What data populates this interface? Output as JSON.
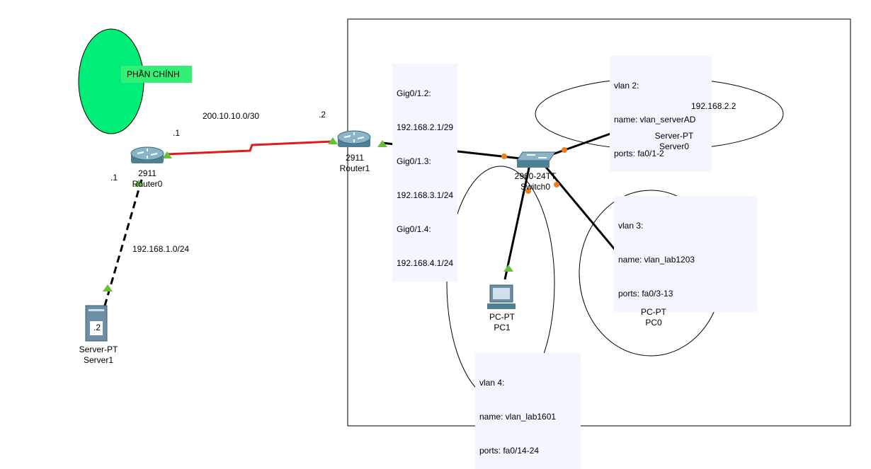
{
  "area": {
    "label": "PHẦN CHÍNH",
    "color": "#00ee77"
  },
  "links": {
    "wan_subnet": "200.10.10.0/30",
    "router0_wan_host": ".1",
    "router1_wan_host": ".2",
    "router0_lan_host": ".1",
    "lan_subnet": "192.168.1.0/24",
    "server1_host": ".2",
    "wan_color": "#e01b1b"
  },
  "router1_interfaces": [
    {
      "name": "Gig0/1.2:",
      "ip": "192.168.2.1/29"
    },
    {
      "name": "Gig0/1.3:",
      "ip": "192.168.3.1/24"
    },
    {
      "name": "Gig0/1.4:",
      "ip": "192.168.4.1/24"
    }
  ],
  "devices": {
    "router0": {
      "model": "2911",
      "name": "Router0"
    },
    "router1": {
      "model": "2911",
      "name": "Router1"
    },
    "switch0": {
      "model": "2960-24TT",
      "name": "Switch0"
    },
    "server0": {
      "model": "Server-PT",
      "name": "Server0",
      "ip": "192.168.2.2"
    },
    "server1": {
      "model": "Server-PT",
      "name": "Server1"
    },
    "pc0": {
      "model": "PC-PT",
      "name": "PC0"
    },
    "pc1": {
      "model": "PC-PT",
      "name": "PC1"
    }
  },
  "vlans": [
    {
      "vlan": "vlan 2:",
      "name": "name: vlan_serverAD",
      "ports": "ports: fa0/1-2"
    },
    {
      "vlan": "vlan 3:",
      "name": "name: vlan_lab1203",
      "ports": "ports: fa0/3-13"
    },
    {
      "vlan": "vlan 4:",
      "name": "name: vlan_lab1601",
      "ports": "ports: fa0/14-24"
    }
  ],
  "port_colors": {
    "up": "#6abf3a",
    "blocking": "#f07d1a"
  }
}
